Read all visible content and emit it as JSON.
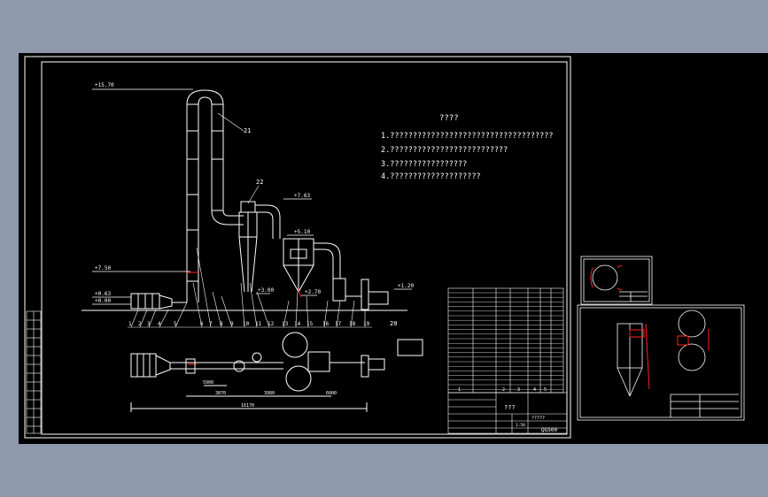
{
  "colors": {
    "desktop": "#8e99ab",
    "sheet": "#000000",
    "line": "#ffffff",
    "accent_red": "#ff2020"
  },
  "notes": {
    "title": "????",
    "items": [
      "1.????????????????????????????????????",
      "2.??????????????????????????",
      "3.?????????????????",
      "4.????????????????????"
    ]
  },
  "elevations": {
    "top": "+15.70",
    "mid_left": "+7.50",
    "low_left_1": "+0.63",
    "low_left_2": "+0.00",
    "cyclone_top": "+7.63",
    "filter_top": "+5.10",
    "mid_1": "+3.00",
    "mid_2": "+2.70",
    "right": "+1.20"
  },
  "callouts": {
    "c21": "21",
    "c22": "22",
    "c20": "20",
    "items": [
      "1",
      "2",
      "3",
      "4",
      "5",
      "6",
      "7",
      "8",
      "9",
      "10",
      "11",
      "12",
      "13",
      "14",
      "15",
      "16",
      "17",
      "18",
      "19"
    ]
  },
  "dimensions": {
    "d1": "5900",
    "d2": "3870",
    "d3": "3980",
    "d4": "6000",
    "total": "16170"
  },
  "title_block": {
    "name": "???",
    "drawing_no": "?????",
    "code": "QG500",
    "scale": "1:50"
  },
  "bom_cols": [
    "1",
    "2",
    "3",
    "4",
    "5"
  ]
}
